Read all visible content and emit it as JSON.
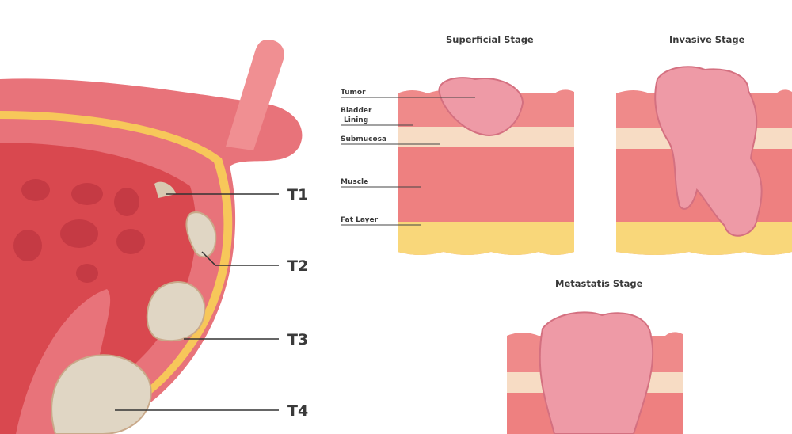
{
  "bladder_stages": {
    "t1": "T1",
    "t2": "T2",
    "t3": "T3",
    "t4": "T4"
  },
  "panels": {
    "superficial_title": "Superficial Stage",
    "invasive_title": "Invasive Stage",
    "metastasis_title": "Metastatis Stage"
  },
  "layer_labels": {
    "tumor": "Tumor",
    "bladder_lining_1": "Bladder",
    "bladder_lining_2": "Lining",
    "submucosa": "Submucosa",
    "muscle": "Muscle",
    "fat_layer": "Fat Layer"
  },
  "colors": {
    "wall": "#e8737a",
    "interior": "#d9484f",
    "yellow": "#f7c75a",
    "tumor": "#e0d6c4",
    "lining": "#ef8a8a",
    "submucosa": "#f7dcc4",
    "fat": "#f9d77a",
    "cancer": "#ee9aa6"
  }
}
